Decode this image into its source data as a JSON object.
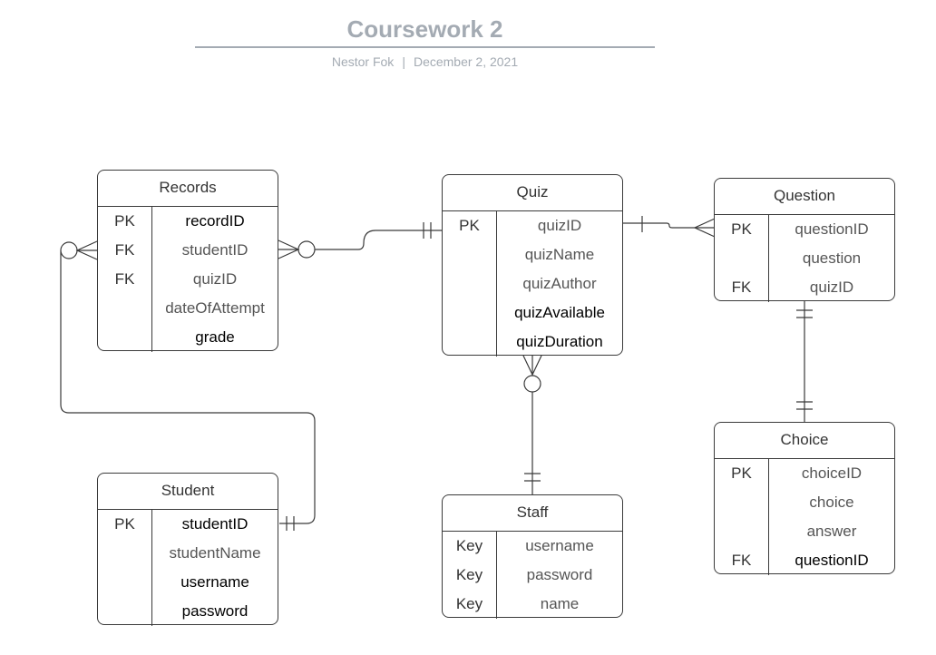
{
  "title": "Coursework 2",
  "author": "Nestor Fok",
  "separator": "|",
  "date": "December 2, 2021",
  "colors": {
    "title": "#a4abb3",
    "line": "#3a3a3a"
  },
  "entities": {
    "records": {
      "name": "Records",
      "rows": [
        {
          "key": "PK",
          "field": "recordID"
        },
        {
          "key": "FK",
          "field": "studentID"
        },
        {
          "key": "FK",
          "field": "quizID"
        },
        {
          "key": "",
          "field": "dateOfAttempt"
        },
        {
          "key": "",
          "field": "grade"
        }
      ]
    },
    "quiz": {
      "name": "Quiz",
      "rows": [
        {
          "key": "PK",
          "field": "quizID"
        },
        {
          "key": "",
          "field": "quizName"
        },
        {
          "key": "",
          "field": "quizAuthor"
        },
        {
          "key": "",
          "field": "quizAvailable"
        },
        {
          "key": "",
          "field": "quizDuration"
        }
      ]
    },
    "question": {
      "name": "Question",
      "rows": [
        {
          "key": "PK",
          "field": "questionID"
        },
        {
          "key": "",
          "field": "question"
        },
        {
          "key": "FK",
          "field": "quizID"
        }
      ]
    },
    "student": {
      "name": "Student",
      "rows": [
        {
          "key": "PK",
          "field": "studentID"
        },
        {
          "key": "",
          "field": "studentName"
        },
        {
          "key": "",
          "field": "username"
        },
        {
          "key": "",
          "field": "password"
        }
      ]
    },
    "staff": {
      "name": "Staff",
      "rows": [
        {
          "key": "Key",
          "field": "username"
        },
        {
          "key": "Key",
          "field": "password"
        },
        {
          "key": "Key",
          "field": "name"
        }
      ]
    },
    "choice": {
      "name": "Choice",
      "rows": [
        {
          "key": "PK",
          "field": "choiceID"
        },
        {
          "key": "",
          "field": "choice"
        },
        {
          "key": "",
          "field": "answer"
        },
        {
          "key": "FK",
          "field": "questionID"
        }
      ]
    }
  }
}
